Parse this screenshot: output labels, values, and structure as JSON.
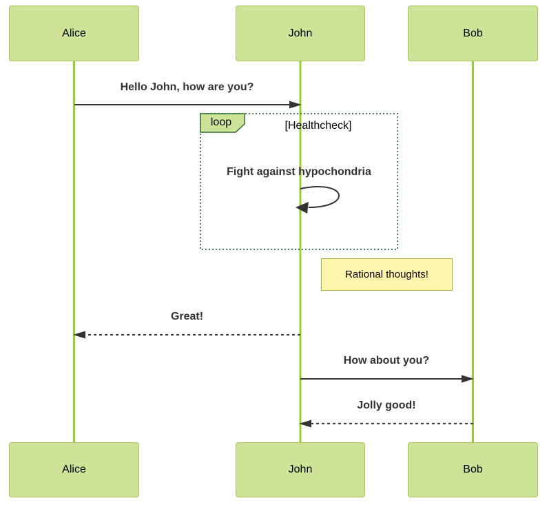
{
  "diagram": {
    "type": "sequence",
    "actors": [
      {
        "name": "Alice"
      },
      {
        "name": "John"
      },
      {
        "name": "Bob"
      }
    ],
    "messages": [
      {
        "from": "Alice",
        "to": "John",
        "line": "solid",
        "text": "Hello John, how are you?"
      },
      {
        "from": "John",
        "to": "John",
        "line": "self",
        "text": "Fight against hypochondria"
      },
      {
        "from": "John",
        "to": "Alice",
        "line": "dashed",
        "text": "Great!"
      },
      {
        "from": "John",
        "to": "Bob",
        "line": "solid",
        "text": "How about you?"
      },
      {
        "from": "Bob",
        "to": "John",
        "line": "dashed",
        "text": "Jolly good!"
      }
    ],
    "loop": {
      "label": "loop",
      "condition": "[Healthcheck]"
    },
    "note": {
      "position": "right of John",
      "text": "Rational thoughts!"
    },
    "colors": {
      "background": "#ffffff",
      "actor_fill": "#cde498",
      "actor_border": "#a6c35c",
      "actor_text": "#000000",
      "lifeline": "#9acd32",
      "signal": "#333333",
      "message_text": "#333333",
      "loop_border": "#326932",
      "loop_label_fill": "#cde498",
      "loop_text": "#000000",
      "note_fill": "#fff5ad",
      "note_border": "#aaaa33",
      "note_text": "#000000"
    }
  }
}
